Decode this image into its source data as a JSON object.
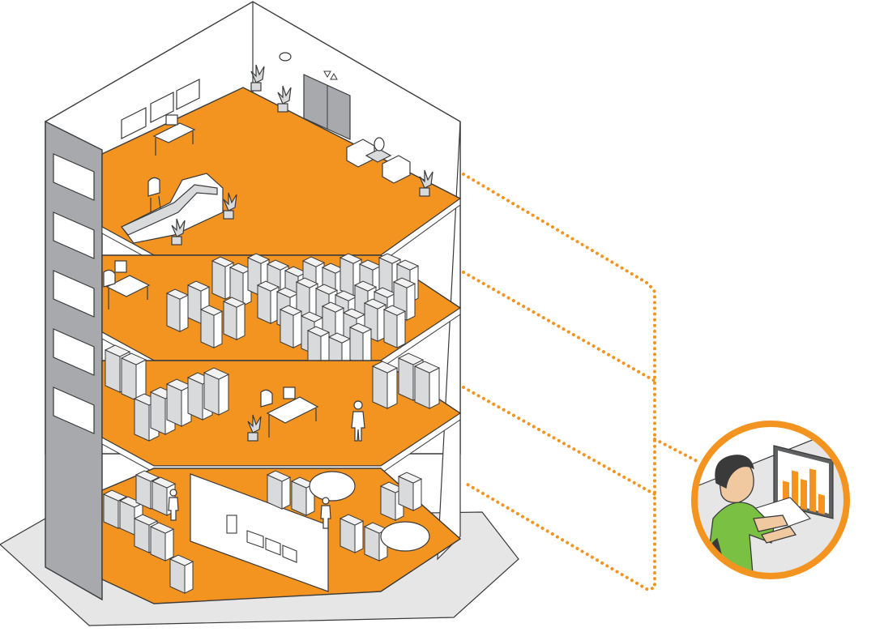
{
  "diagram": {
    "kind": "building-cutaway-monitoring-illustration",
    "colors": {
      "floor": "#F39420",
      "outline": "#3A3A3A",
      "wall": "#FFFFFF",
      "pillar": "#A7A9AC",
      "pillar_dark": "#8E9094",
      "ground": "#E6E6E6",
      "equipment": "#D9DADB",
      "dotted_link": "#F39420",
      "operator_shirt": "#7AC143",
      "operator_skin": "#F0C9A0",
      "operator_hair": "#3A3A3A"
    },
    "floors": [
      {
        "id": "floor-lobby",
        "equipment": [
          "reception-desk",
          "sofas",
          "plants",
          "elevator-doors",
          "wall-monitors"
        ]
      },
      {
        "id": "floor-data-center",
        "equipment": [
          "server-racks",
          "workstation"
        ]
      },
      {
        "id": "floor-power-room",
        "equipment": [
          "ups-cabinets",
          "generators",
          "workstation",
          "technician"
        ]
      },
      {
        "id": "floor-mechanical",
        "equipment": [
          "chillers",
          "pumps",
          "tanks",
          "switchgear",
          "technicians",
          "monitors"
        ]
      }
    ],
    "operator_icons": [
      "person-icon",
      "monitor-icon",
      "bar-chart-icon",
      "keyboard-icon"
    ],
    "operator_screen_bars": [
      0.55,
      0.85,
      0.7,
      1.0,
      0.45
    ]
  }
}
